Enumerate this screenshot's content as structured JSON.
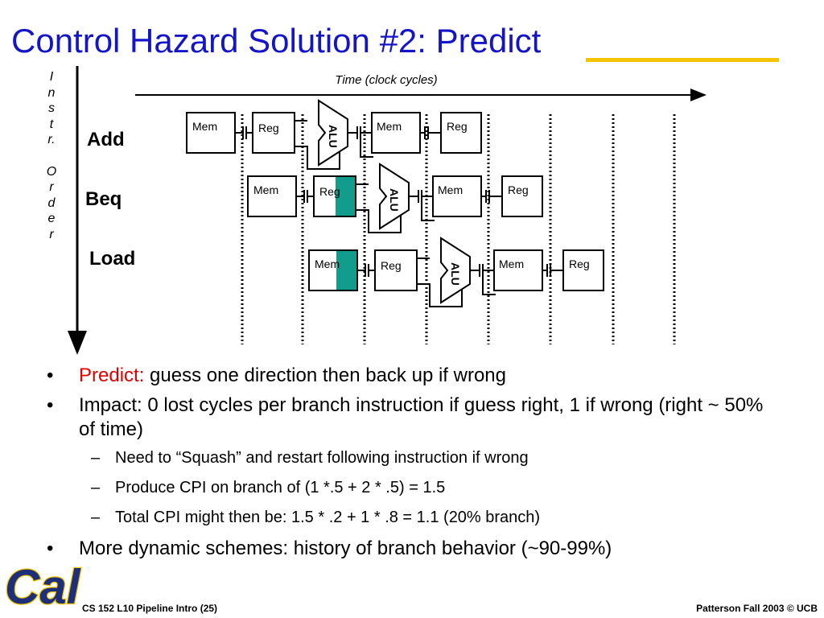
{
  "slide": {
    "title": "Control Hazard Solution #2: Predict",
    "accent_color": "#1414c8",
    "rule_color": "#f5c400",
    "highlight_color": "#119c8c"
  },
  "diagram": {
    "time_label": "Time (clock cycles)",
    "order_label_top": [
      "I",
      "n",
      "s",
      "t",
      "r."
    ],
    "order_label_bottom": [
      "O",
      "r",
      "d",
      "e",
      "r"
    ],
    "instructions": [
      "Add",
      "Beq",
      "Load"
    ],
    "stage_labels": {
      "mem": "Mem",
      "reg": "Reg",
      "alu": "ALU"
    }
  },
  "bullets": [
    {
      "level": 1,
      "marker": "•",
      "red_text": "Predict:",
      "text": " guess one direction then back up if wrong"
    },
    {
      "level": 1,
      "marker": "•",
      "text": "Impact: 0 lost cycles per branch instruction if guess right, 1 if wrong (right ~ 50% of time)"
    },
    {
      "level": 2,
      "marker": "–",
      "text": "Need to “Squash” and restart following instruction if wrong"
    },
    {
      "level": 2,
      "marker": "–",
      "text": "Produce CPI on branch of (1 *.5 + 2 * .5) = 1.5"
    },
    {
      "level": 2,
      "marker": "–",
      "text": "Total CPI might then be: 1.5 * .2 + 1 * .8 = 1.1 (20% branch)"
    },
    {
      "level": 1,
      "marker": "•",
      "text": "More dynamic schemes: history of branch behavior (~90-99%)"
    }
  ],
  "footer": {
    "logo_text": "Cal",
    "left": "CS 152 L10 Pipeline Intro (25)",
    "right": "Patterson Fall 2003 © UCB"
  }
}
